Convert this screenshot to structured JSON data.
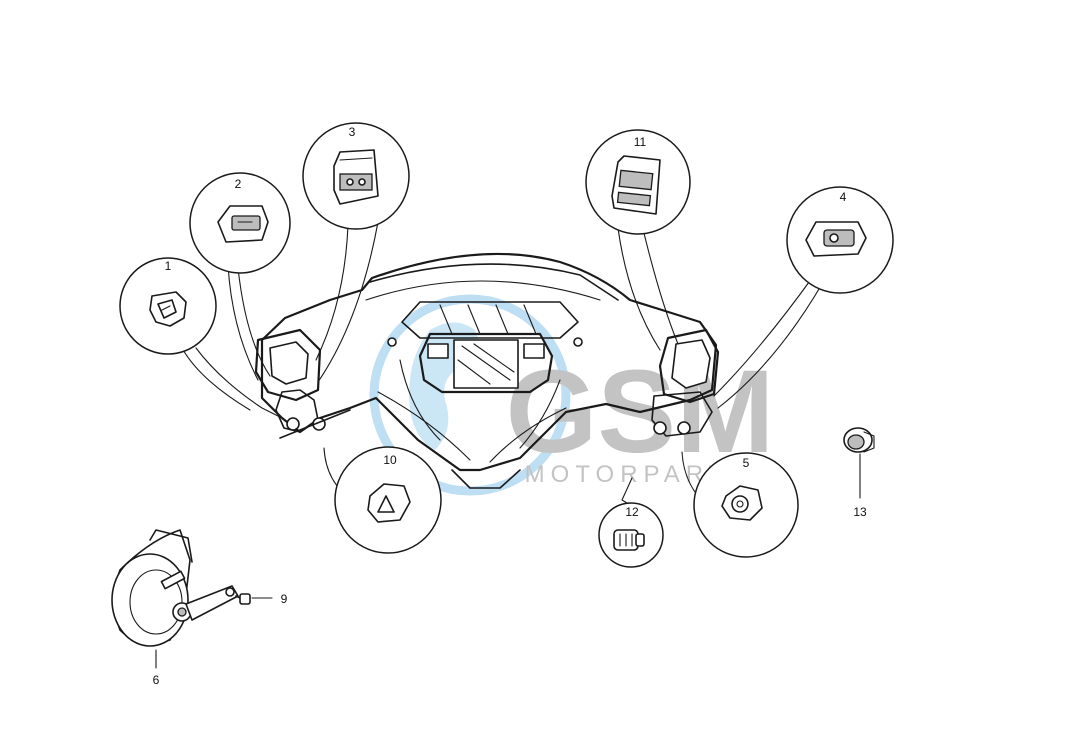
{
  "watermark": {
    "brand": "GSM",
    "sub": "MOTORPARTS",
    "color": "#b0b0b0",
    "globe_color": "#a9d4ef"
  },
  "parts": [
    {
      "id": "1",
      "label": "1",
      "name": "switch-button-1"
    },
    {
      "id": "2",
      "label": "2",
      "name": "switch-2"
    },
    {
      "id": "3",
      "label": "3",
      "name": "switch-3"
    },
    {
      "id": "4",
      "label": "4",
      "name": "switch-4"
    },
    {
      "id": "5",
      "label": "5",
      "name": "switch-5"
    },
    {
      "id": "6",
      "label": "6",
      "name": "horn"
    },
    {
      "id": "9",
      "label": "9",
      "name": "screw"
    },
    {
      "id": "10",
      "label": "10",
      "name": "hazard-switch"
    },
    {
      "id": "11",
      "label": "11",
      "name": "switch-11"
    },
    {
      "id": "12",
      "label": "12",
      "name": "switch-12"
    },
    {
      "id": "13",
      "label": "13",
      "name": "cap-13"
    }
  ]
}
